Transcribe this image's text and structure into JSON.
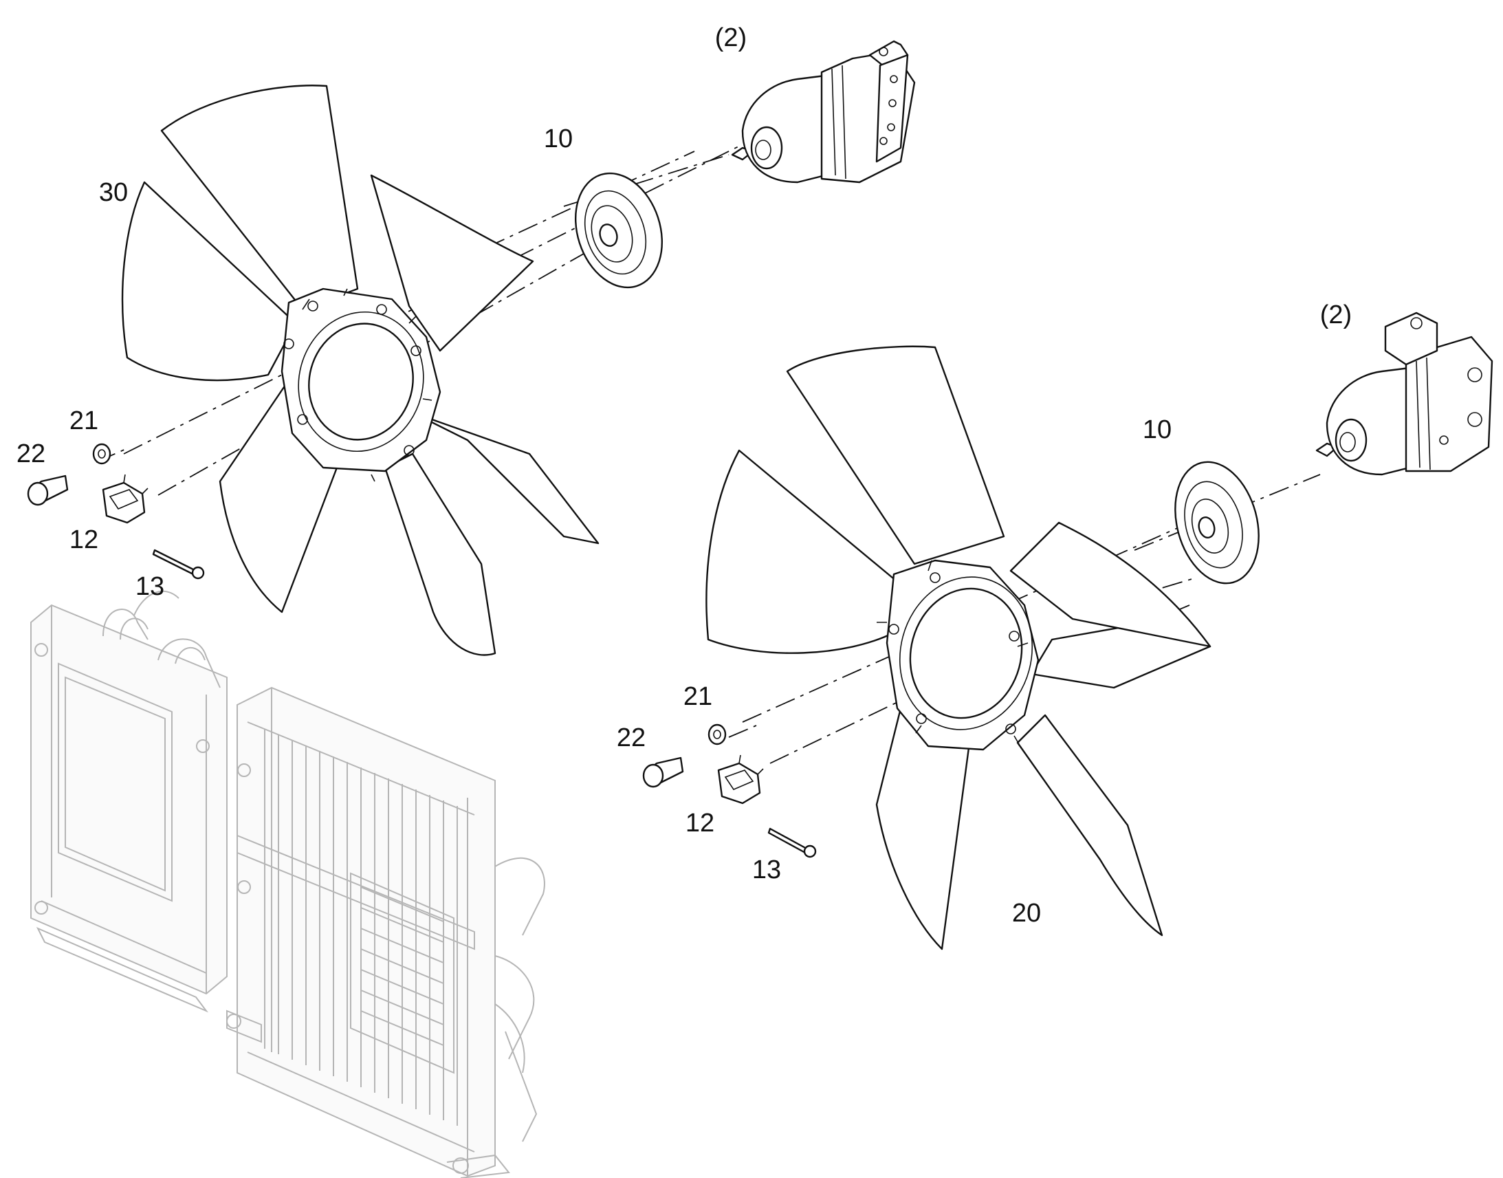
{
  "colors": {
    "background": "#ffffff",
    "line": "#111111",
    "ghost_line": "#b5b5b5"
  },
  "callouts": {
    "fan_top_label": "30",
    "fan_bottom_label": "20",
    "hub_top_label": "10",
    "hub_bottom_label": "10",
    "motor_top_label": "(2)",
    "motor_bottom_label": "(2)",
    "washer_top_label": "21",
    "washer_bottom_label": "21",
    "bolt_top_label": "22",
    "bolt_bottom_label": "22",
    "nut_top_label": "12",
    "nut_bottom_label": "12",
    "pin_top_label": "13",
    "pin_bottom_label": "13"
  }
}
